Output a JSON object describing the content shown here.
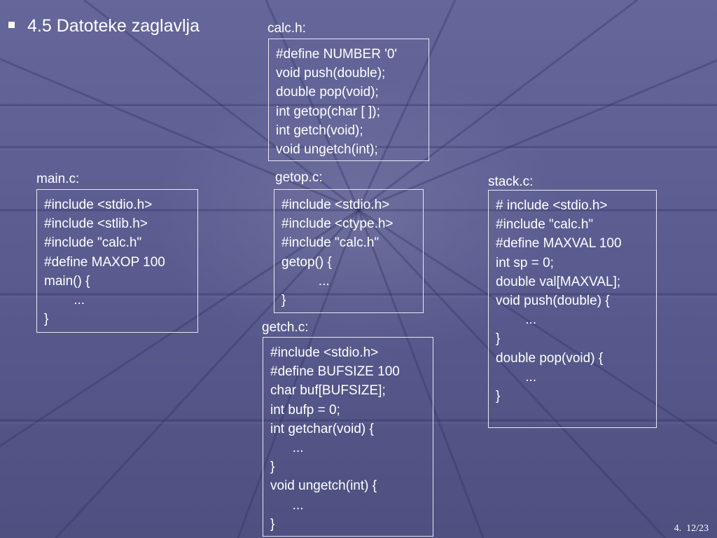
{
  "slide": {
    "title": "4.5 Datoteke zaglavlja",
    "footer": "4.  12/23"
  },
  "files": {
    "calc_h": {
      "label": "calc.h:",
      "lines": [
        "#define NUMBER '0'",
        "void push(double);",
        "double pop(void);",
        "int getop(char [ ]);",
        "int getch(void);",
        "void ungetch(int);"
      ]
    },
    "main_c": {
      "label": "main.c:",
      "lines": [
        "#include <stdio.h>",
        "#include <stlib.h>",
        "#include \"calc.h\"",
        "#define MAXOP 100",
        "main() {",
        "        ...",
        "}"
      ]
    },
    "getop_c": {
      "label": "getop.c:",
      "lines": [
        "#include <stdio.h>",
        "#include <ctype.h>",
        "#include \"calc.h\"",
        "getop() {",
        "          ...",
        "}"
      ]
    },
    "stack_c": {
      "label": "stack.c:",
      "lines": [
        "# include <stdio.h>",
        "#include \"calc.h\"",
        "#define MAXVAL 100",
        "int sp = 0;",
        "double val[MAXVAL];",
        "void push(double) {",
        "        ...",
        "}",
        "double pop(void) {",
        "        ...",
        "}"
      ]
    },
    "getch_c": {
      "label": "getch.c:",
      "lines": [
        "#include <stdio.h>",
        "#define BUFSIZE 100",
        "char buf[BUFSIZE];",
        "int bufp = 0;",
        "int getchar(void) {",
        "      ...",
        "}",
        "void ungetch(int) {",
        "      ...",
        "}"
      ]
    }
  }
}
